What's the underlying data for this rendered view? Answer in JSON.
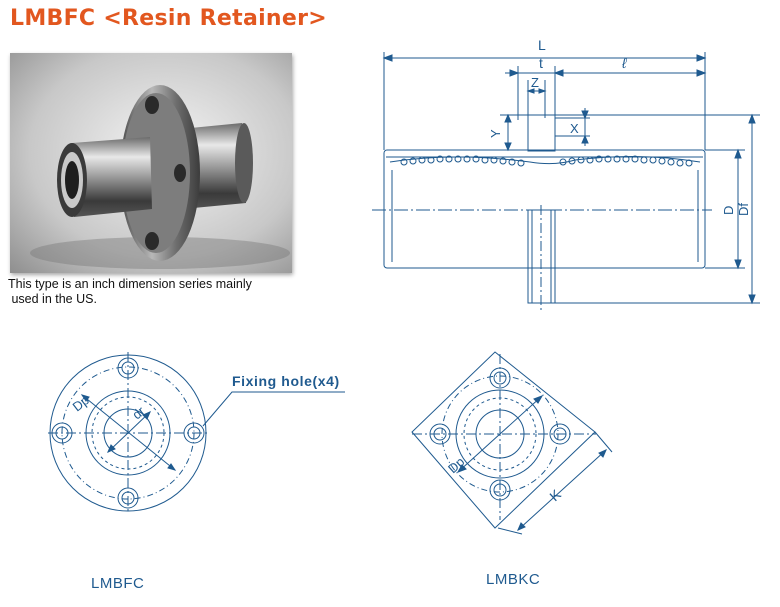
{
  "title": "LMBFC <Resin Retainer>",
  "description": "This type is an inch dimension series mainly\n used in the US.",
  "photo": {
    "subject": "flanged-linear-bushing-photo"
  },
  "side_view": {
    "labels": {
      "L": "L",
      "t": "t",
      "l": "ℓ",
      "Z": "Z",
      "Y": "Y",
      "X": "X",
      "D": "D",
      "Df": "Df"
    }
  },
  "front_views": {
    "fixing_hole_label": "Fixing hole(x4)",
    "round": {
      "Dp": "Dp",
      "dr": "dr",
      "caption": "LMBFC"
    },
    "square": {
      "Dp": "Dp",
      "K": "K",
      "caption": "LMBKC"
    }
  },
  "colors": {
    "title": "#e2571f",
    "drawing": "#1f5a8f",
    "callout": "#1f5a8f"
  }
}
